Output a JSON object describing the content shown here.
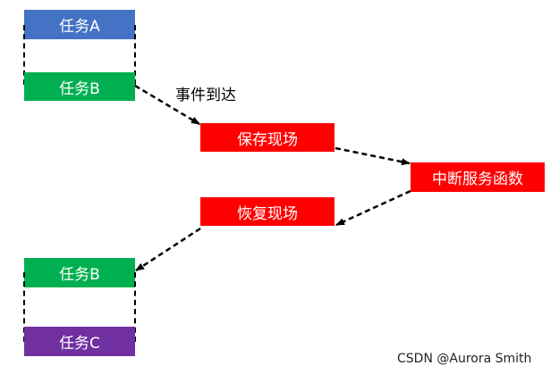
{
  "colors": {
    "task_a": "#4472C4",
    "task_b": "#00B050",
    "task_c": "#7030A0",
    "step": "#FF0000",
    "text": "#FFFFFF",
    "arrow": "#000000"
  },
  "top_group": {
    "task_a": "任务A",
    "task_b": "任务B"
  },
  "event_label": "事件到达",
  "steps": {
    "save_context": "保存现场",
    "isr": "中断服务函数",
    "restore_context": "恢复现场"
  },
  "bottom_group": {
    "task_b": "任务B",
    "task_c": "任务C"
  },
  "watermark": "CSDN @Aurora Smith"
}
